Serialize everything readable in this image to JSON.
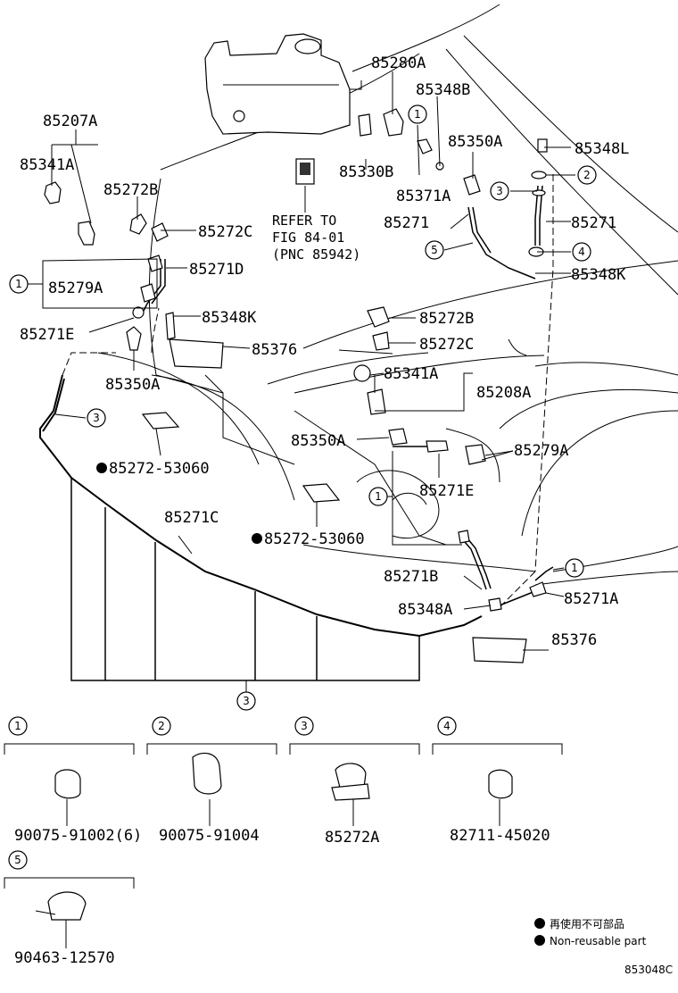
{
  "labels": {
    "p85280A": "85280A",
    "p85348B": "85348B",
    "p85207A": "85207A",
    "p85341A_l": "85341A",
    "p85350A_top": "85350A",
    "p85348L": "85348L",
    "p85330B": "85330B",
    "p85371A": "85371A",
    "p85272B_l": "85272B",
    "p85272C_l": "85272C",
    "p85271_c": "85271",
    "p85271_r": "85271",
    "p85271D": "85271D",
    "p85279A_l": "85279A",
    "p85348K_r": "85348K",
    "p85271E_l": "85271E",
    "p85348K_c": "85348K",
    "p85272B_c": "85272B",
    "p85376_c": "85376",
    "p85272C_c": "85272C",
    "p85350A_l": "85350A",
    "p85341A_c": "85341A",
    "p85208A": "85208A",
    "p85350A_c": "85350A",
    "p85279A_c": "85279A",
    "p85272_53060_a": "85272-53060",
    "p85271E_c": "85271E",
    "p85271C": "85271C",
    "p85272_53060_b": "85272-53060",
    "p85271B": "85271B",
    "p85271A": "85271A",
    "p85348A": "85348A",
    "p85376_r": "85376"
  },
  "refer": {
    "line1": "REFER TO",
    "line2": "FIG 84-01",
    "line3": "(PNC 85942)"
  },
  "callouts": {
    "c1": "1",
    "c2": "2",
    "c3": "3",
    "c4": "4",
    "c5": "5"
  },
  "legend_parts": {
    "part1": "90075-91002(6)",
    "part2": "90075-91004",
    "part3": "85272A",
    "part4": "82711-45020",
    "part5": "90463-12570"
  },
  "notes": {
    "jp": "再使用不可部品",
    "en": "Non-reusable part"
  },
  "figure_id": "853048C"
}
